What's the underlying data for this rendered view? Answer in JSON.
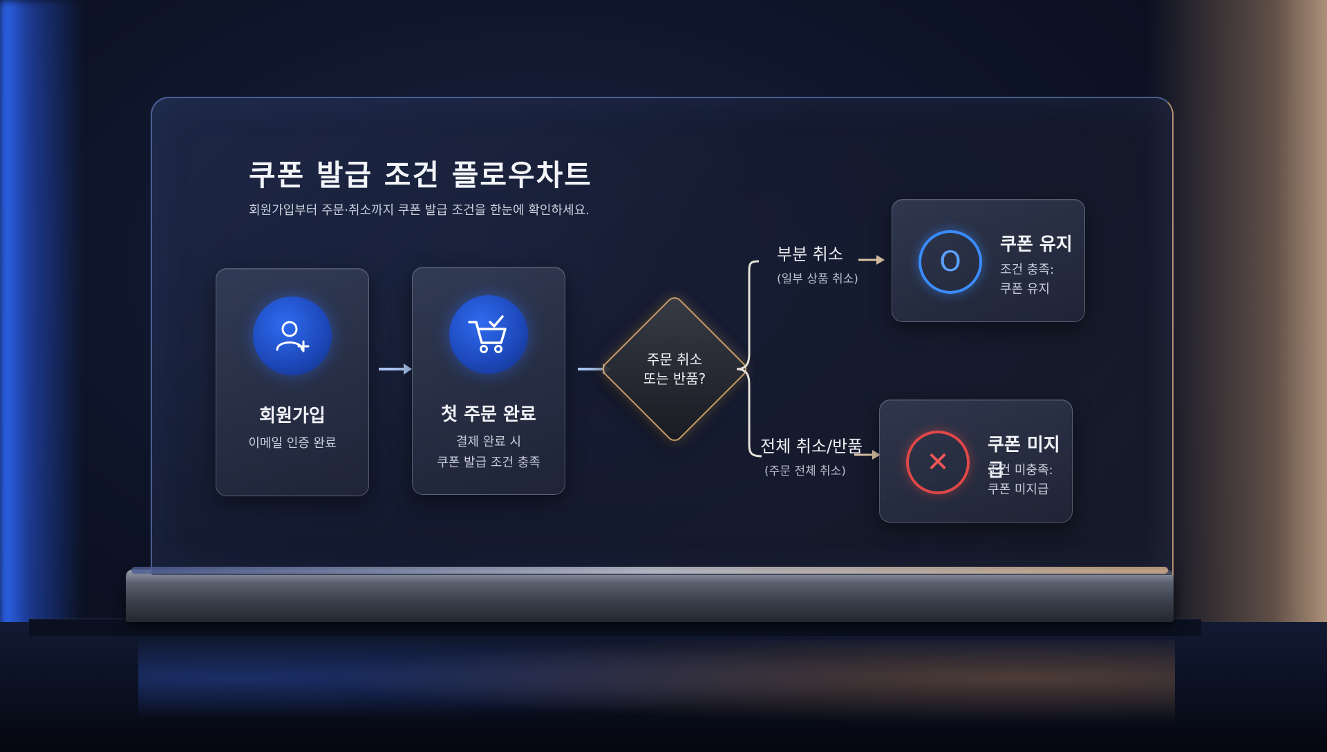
{
  "header": {
    "title": "쿠폰 발급 조건 플로우차트",
    "subtitle": "회원가입부터 주문·취소까지 쿠폰 발급 조건을 한눈에 확인하세요."
  },
  "steps": [
    {
      "icon": "user-plus-icon",
      "title": "회원가입",
      "desc_line1": "이메일 인증 완료",
      "desc_line2": ""
    },
    {
      "icon": "cart-check-icon",
      "title": "첫 주문 완료",
      "desc_line1": "결제 완료 시",
      "desc_line2": "쿠폰 발급 조건 충족"
    }
  ],
  "decision": {
    "line1": "주문 취소",
    "line2": "또는 반품?"
  },
  "branches": [
    {
      "label": "부분 취소",
      "sub": "(일부 상품 취소)"
    },
    {
      "label": "전체 취소/반품",
      "sub": "(주문 전체 취소)"
    }
  ],
  "results": [
    {
      "icon": "circle-o-icon",
      "symbol": "O",
      "title": "쿠폰 유지",
      "desc_line1": "조건 충족:",
      "desc_line2": "쿠폰 유지",
      "color": "#3a8cff"
    },
    {
      "icon": "x-circle-icon",
      "symbol": "✕",
      "title": "쿠폰 미지급",
      "desc_line1": "조건 미충족:",
      "desc_line2": "쿠폰 미지급",
      "color": "#e04848"
    }
  ]
}
